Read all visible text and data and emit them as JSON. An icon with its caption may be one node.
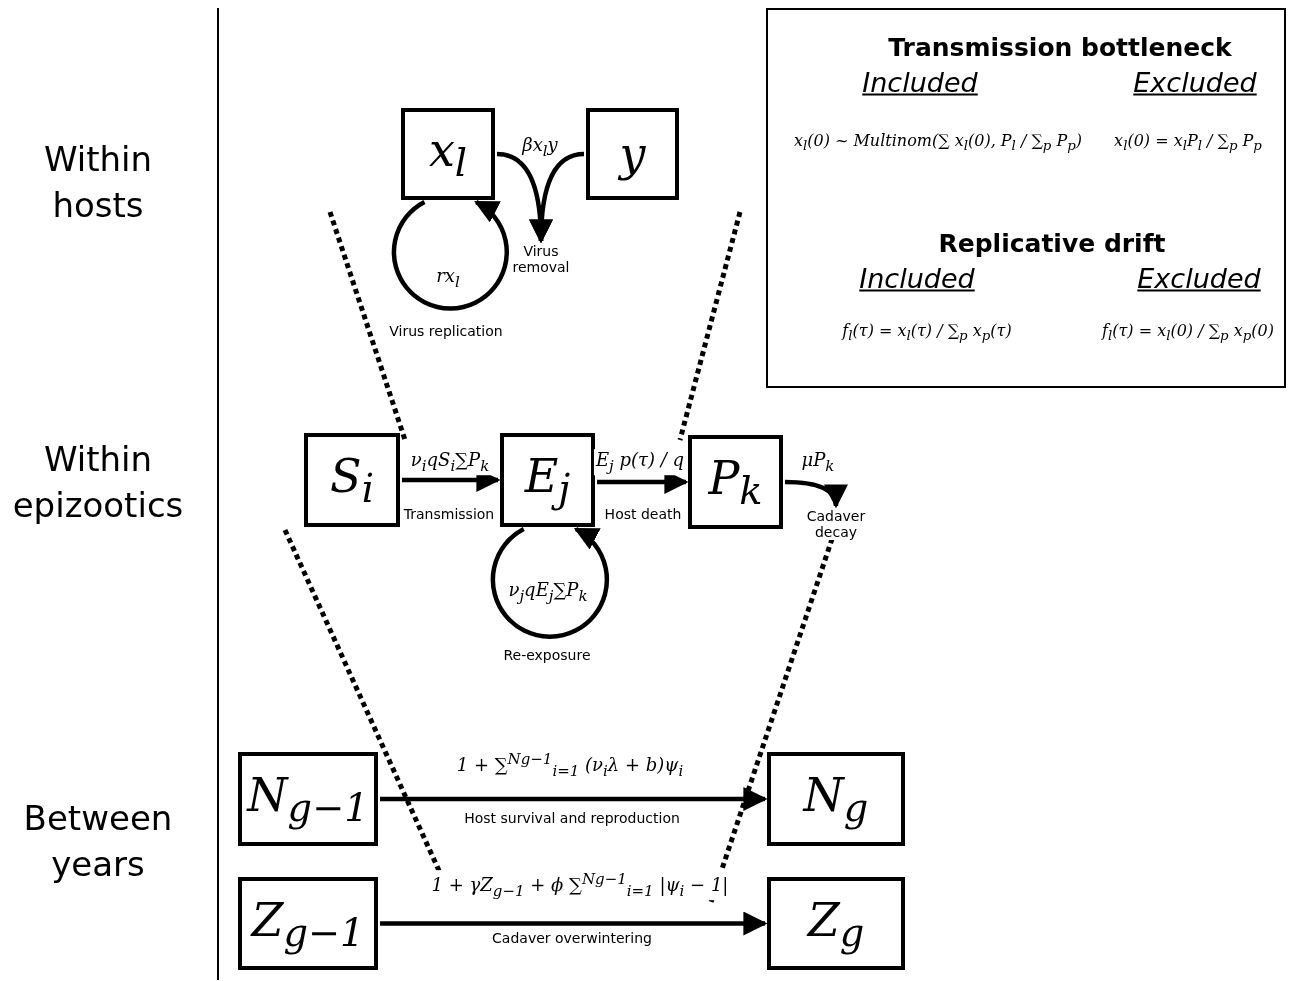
{
  "diagram": {
    "nodes": [
      {
        "text": [
          "x$_{l}$"
        ]
      },
      {
        "text": [
          "y"
        ]
      },
      {
        "text": [
          "S$_{i}$"
        ]
      },
      {
        "text": [
          "E$_{j}$"
        ]
      },
      {
        "text": [
          "P$_{k}$"
        ]
      },
      {
        "text": [
          "N$_{g−1}$"
        ]
      },
      {
        "text": [
          "Z$_{g−1}$"
        ]
      },
      {
        "text": [
          "N$_{g}$"
        ]
      },
      {
        "text": [
          "Z$_{g}$"
        ]
      },
      {
        "text": [
          "Transmission bottleneck",
          "Included",
          "Excluded",
          "x$_{l}$(0) ~ Multinom(∑ x$_{l}$(0), P$_{l}$ / ∑$_{p}$ P$_{p}$)",
          "x$_{l}$(0) = x$_{l}$P$_{l}$ / ∑$_{p}$ P$_{p}$",
          "Replicative drift",
          "Included",
          "Excluded",
          "f$_{l}$(τ) = x$_{l}$(τ) / ∑$_{p}$ x$_{p}$(τ)",
          "f$_{l}$(τ) = x$_{l}$(0) / ∑$_{p}$ x$_{p}$(0)"
        ]
      },
      {
        "text": [
          "Virus removal"
        ]
      },
      {
        "text": [
          "Cadaver decay"
        ]
      }
    ],
    "edges": [
      {
        "from": 0,
        "to": 0,
        "arrow": "to",
        "label": "rx$_{l}$"
      },
      {
        "from": 0,
        "to": 10,
        "arrow": "to",
        "label": "βx$_{l}$y"
      },
      {
        "from": 1,
        "to": 10,
        "arrow": "to"
      },
      {
        "from": 2,
        "to": 3,
        "arrow": "to",
        "label": "ν$_{i}$qS$_{i}$∑P$_{k}$"
      },
      {
        "from": 3,
        "to": 3,
        "arrow": "to",
        "label": "ν$_{j}$qE$_{j}$∑P$_{k}$"
      },
      {
        "from": 3,
        "to": 4,
        "arrow": "to",
        "label": "E$_{j}$ p(τ) / q"
      },
      {
        "from": 4,
        "to": 11,
        "arrow": "to",
        "label": "μP$_{k}$"
      },
      {
        "from": 5,
        "to": 7,
        "arrow": "to",
        "label": "1 + ∑$^{Ng−1}$$_{i=1}$ (ν$_{i}$λ + b)ψ$_{i}$"
      },
      {
        "from": 6,
        "to": 8,
        "arrow": "to",
        "label": "1 + γZ$_{g−1}$ + ϕ ∑$^{Ng−1}$$_{i=1}$ |ψ$_{i}$ − 1|"
      }
    ],
    "labels": [
      "Within hosts",
      "Virus replication",
      "Within epizootics",
      "Transmission",
      "Host death",
      "Re-exposure",
      "Between years",
      "Host survival and reproduction",
      "Cadaver overwintering"
    ]
  }
}
